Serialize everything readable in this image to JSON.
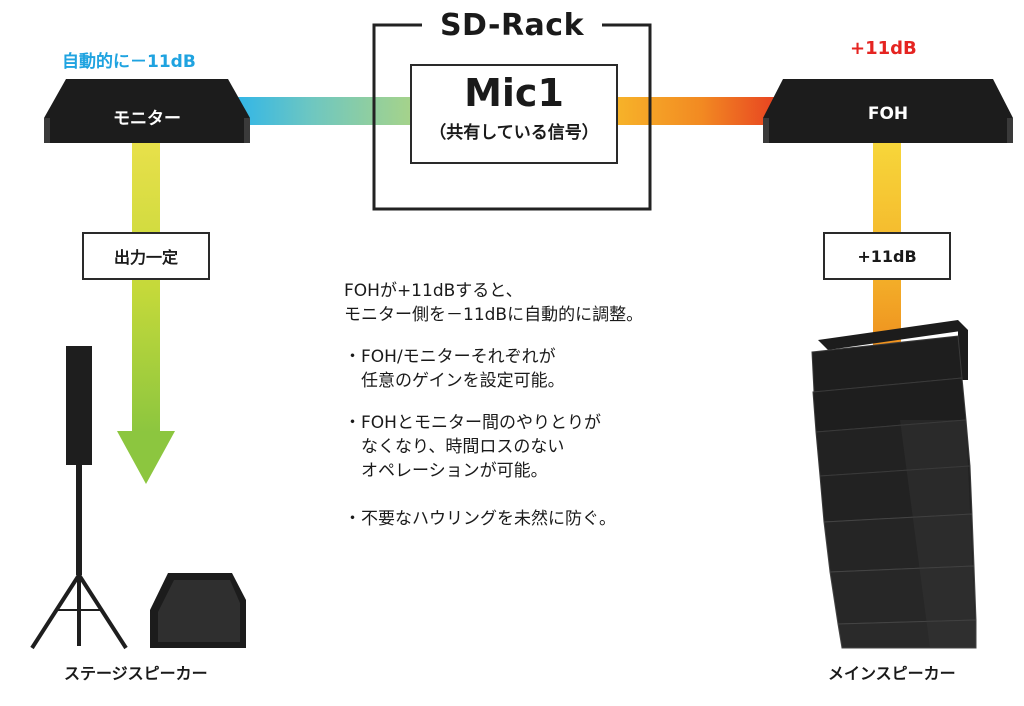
{
  "rack": {
    "title": "SD-Rack",
    "mic_title": "Mic1",
    "mic_subtitle": "（共有している信号）"
  },
  "monitor": {
    "gain_label": "自動的に－11dB",
    "gain_color": "#1fa3e0",
    "console_label": "モニター",
    "output_label": "出力一定"
  },
  "foh": {
    "gain_label": "+11dB",
    "gain_color": "#e52421",
    "console_label": "FOH",
    "output_label": "+11dB"
  },
  "description": {
    "summary_line1": "FOHが+11dBすると、",
    "summary_line2": "モニター側を－11dBに自動的に調整。",
    "bullets": [
      {
        "line1": "・FOH/モニターそれぞれが",
        "line2": "　任意のゲインを設定可能。",
        "line3": ""
      },
      {
        "line1": "・FOHとモニター間のやりとりが",
        "line2": "　なくなり、時間ロスのない",
        "line3": "　オペレーションが可能。"
      },
      {
        "line1": "・不要なハウリングを未然に防ぐ。",
        "line2": "",
        "line3": ""
      }
    ]
  },
  "speakers": {
    "stage_caption": "ステージスピーカー",
    "main_caption": "メインスピーカー"
  },
  "colors": {
    "console": "#1c1c1c",
    "monitor_signal": "#35b6e8",
    "foh_signal": "#e8381f",
    "monitor_arrow": "#8cc63f",
    "foh_output": "#f39a1e"
  }
}
